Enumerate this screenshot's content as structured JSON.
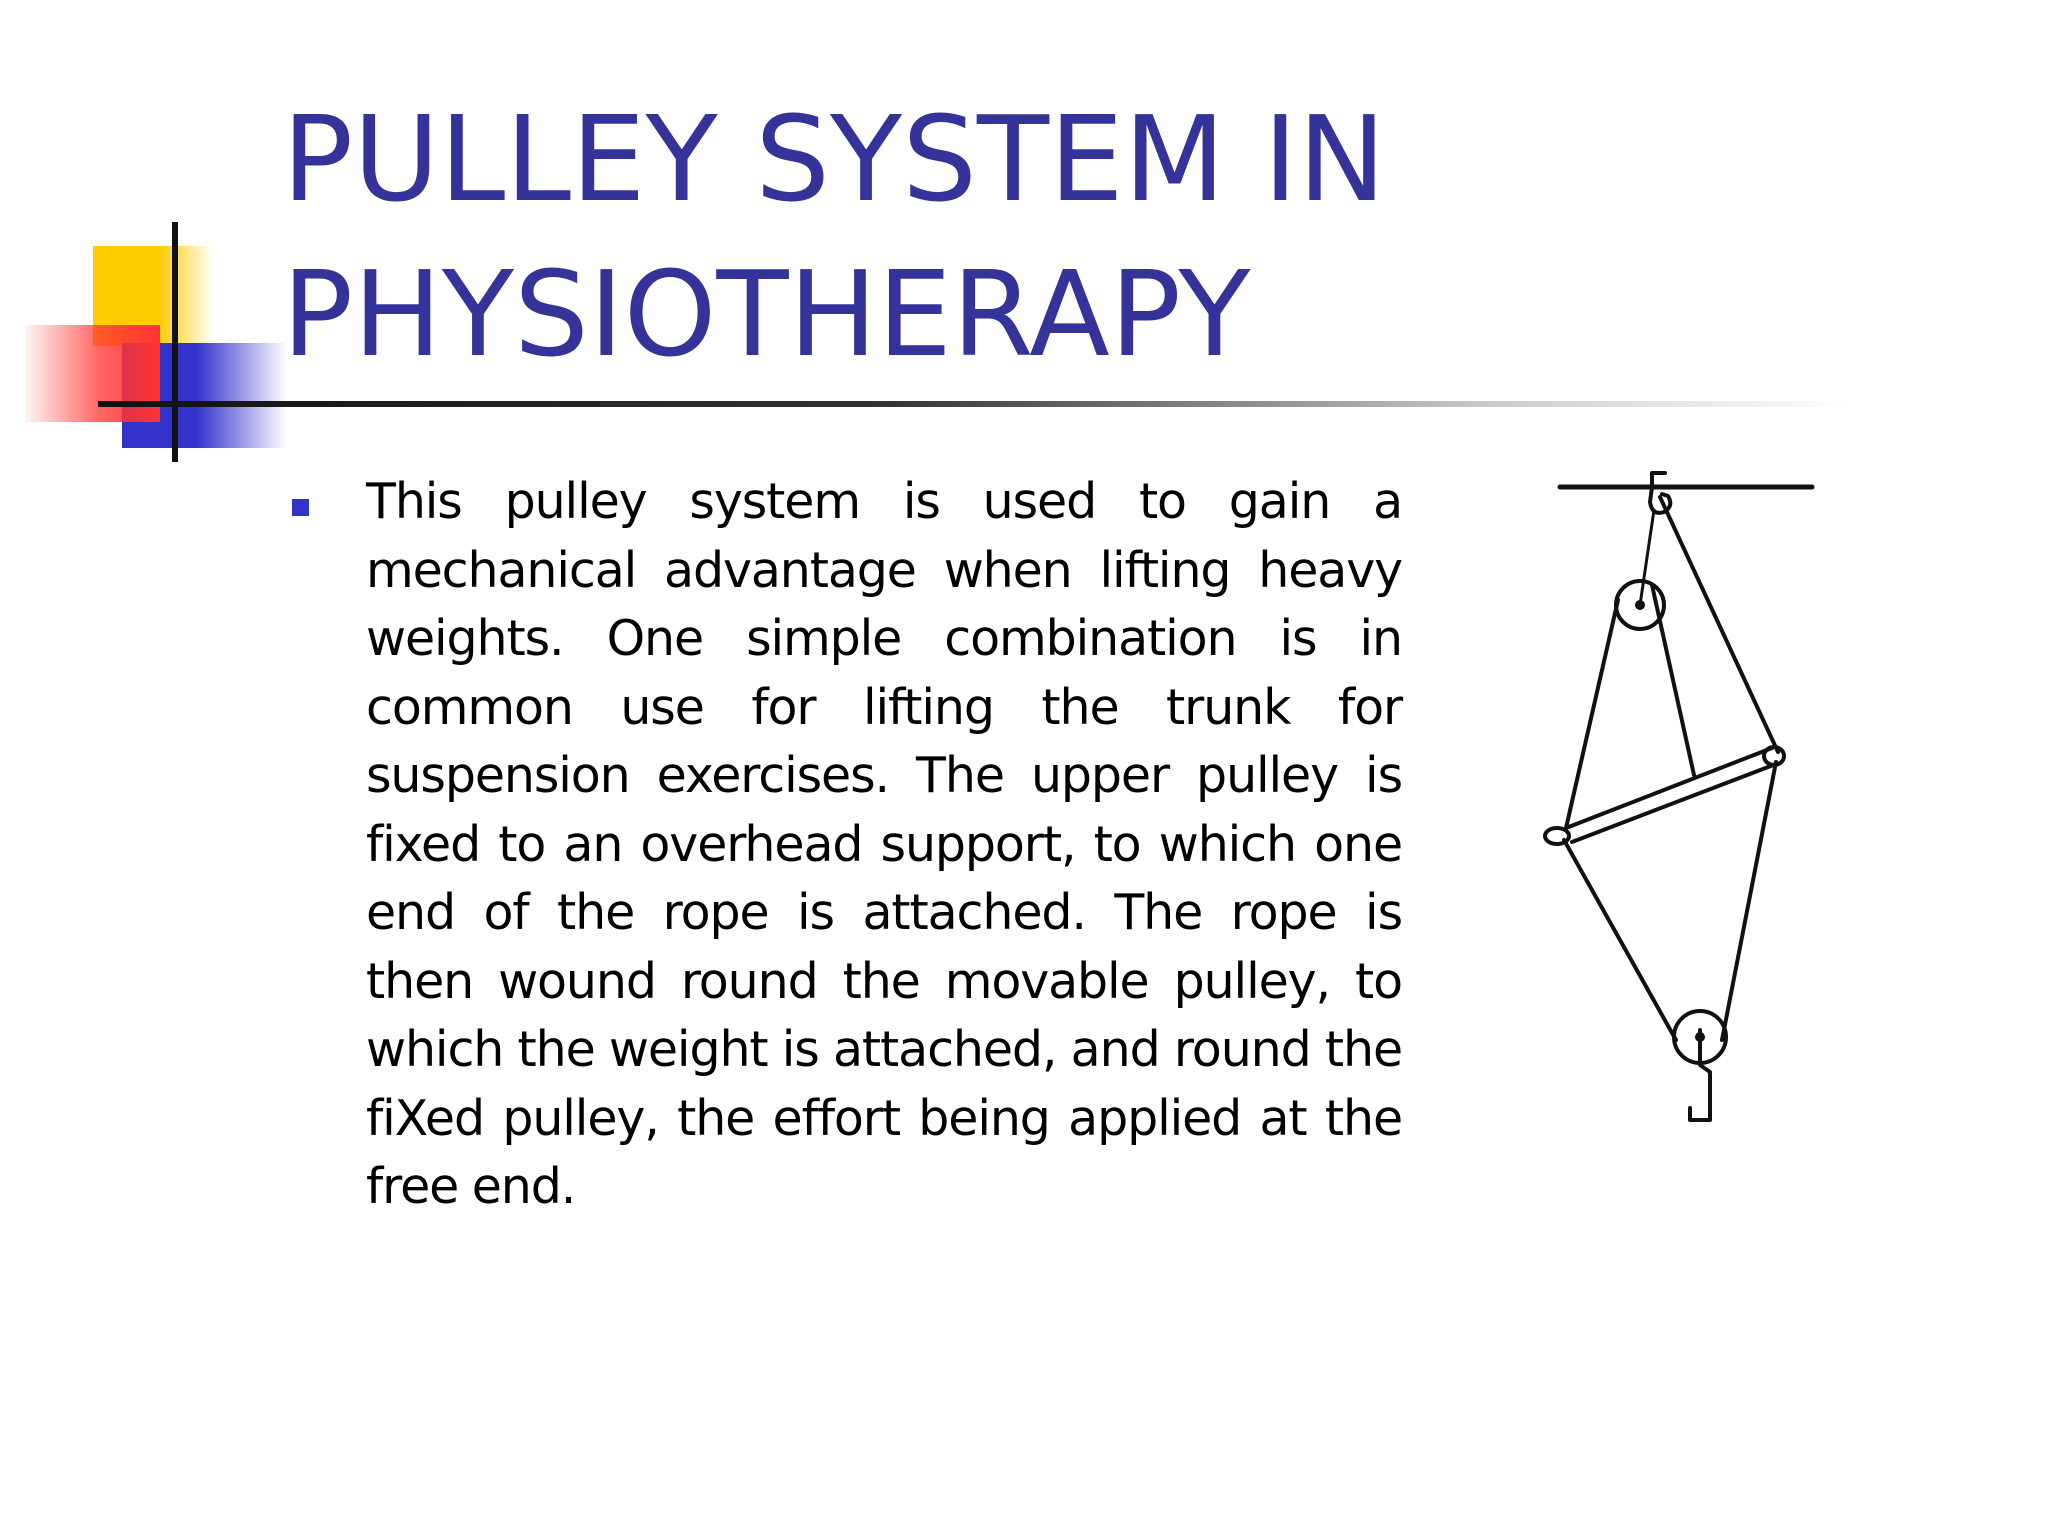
{
  "slide": {
    "title_lines": [
      "PULLEY SYSTEM IN",
      "PHYSIOTHERAPY"
    ],
    "bullet_text": "This pulley system is used to gain a mechanical advantage when lifting heavy weights. One simple combination is in common use for lifting the trunk for suspension exercises. The upper pulley is fixed to an overhead support, to which one end of the rope is attached. The rope is then wound round the movable pulley, to which the weight is attached, and round the fiXed pulley, the effort being applied at the free end."
  },
  "colors": {
    "title": "#333399",
    "bullet": "#3333cc",
    "accent_yellow": "#ffcc00",
    "accent_red": "#ff3333",
    "accent_blue": "#3333cc",
    "rule": "#111111"
  },
  "diagram": {
    "icon": "pulley-system-diagram"
  }
}
